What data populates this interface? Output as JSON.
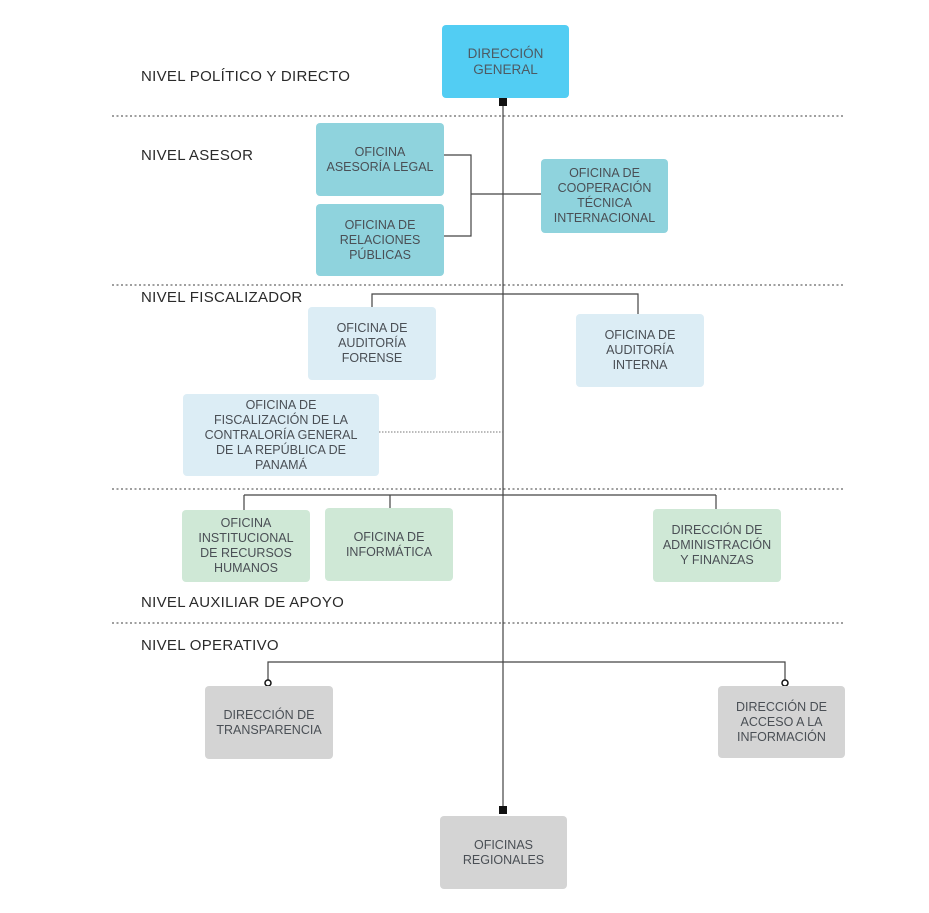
{
  "levels": {
    "politico": "NIVEL POLÍTICO Y DIRECTO",
    "asesor": "NIVEL ASESOR",
    "fiscalizador": "NIVEL FISCALIZADOR",
    "auxiliar": "NIVEL AUXILIAR DE APOYO",
    "operativo": "NIVEL OPERATIVO"
  },
  "units": {
    "direccion_general": "DIRECCIÓN\nGENERAL",
    "asesoria_legal": "OFICINA\nASESORÍA LEGAL",
    "relaciones_publicas": "OFICINA DE\nRELACIONES\nPÚBLICAS",
    "cooperacion_tecnica": "OFICINA DE\nCOOPERACIÓN\nTÉCNICA\nINTERNACIONAL",
    "auditoria_forense": "OFICINA DE\nAUDITORÍA\nFORENSE",
    "auditoria_interna": "OFICINA DE\nAUDITORÍA\nINTERNA",
    "fiscalizacion_contraloria": "OFICINA DE\nFISCALIZACIÓN DE LA\nCONTRALORÍA GENERAL\nDE LA REPÚBLICA DE\nPANAMÁ",
    "recursos_humanos": "OFICINA\nINSTITUCIONAL\nDE RECURSOS\nHUMANOS",
    "informatica": "OFICINA DE\nINFORMÁTICA",
    "administracion_finanzas": "DIRECCIÓN DE\nADMINISTRACIÓN\nY FINANZAS",
    "transparencia": "DIRECCIÓN DE\nTRANSPARENCIA",
    "acceso_informacion": "DIRECCIÓN DE\nACCESO A LA\nINFORMACIÓN",
    "oficinas_regionales": "OFICINAS\nREGIONALES"
  },
  "colors": {
    "direction": "#52cdf3",
    "advisory": "#8fd3dd",
    "oversight": "#dcedf5",
    "support": "#cfe8d6",
    "operational": "#d4d4d4",
    "line": "#555555"
  }
}
